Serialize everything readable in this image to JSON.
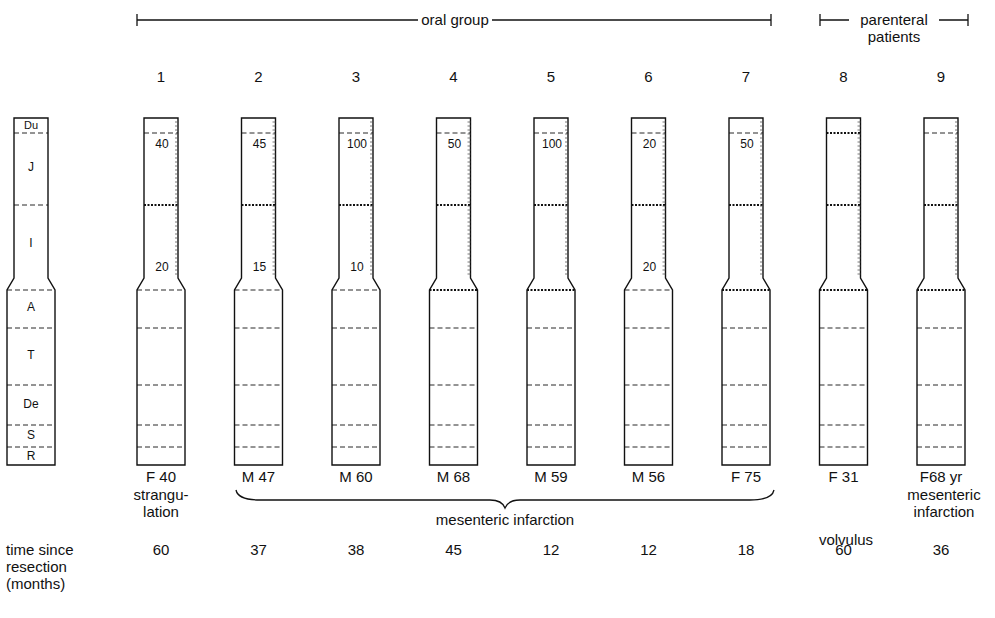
{
  "diagram": {
    "labels": [
      "oral group",
      "parenteral patients",
      "1",
      "2",
      "3",
      "4",
      "5",
      "6",
      "7",
      "8",
      "9",
      "Du",
      "J",
      "I",
      "A",
      "T",
      "De",
      "S",
      "R",
      "40",
      "20",
      "45",
      "15",
      "100",
      "10",
      "50",
      "100",
      "20",
      "20",
      "50",
      "F 40",
      "M 47",
      "M 60",
      "M 68",
      "M 59",
      "M 56",
      "F 75",
      "F 31",
      "F68 yr",
      "strangu- lation",
      "mesenteric infarction",
      "volvulus",
      "mesenteric infarction",
      "time since resection (months)",
      "60",
      "37",
      "38",
      "45",
      "12",
      "12",
      "18",
      "60",
      "36"
    ]
  }
}
